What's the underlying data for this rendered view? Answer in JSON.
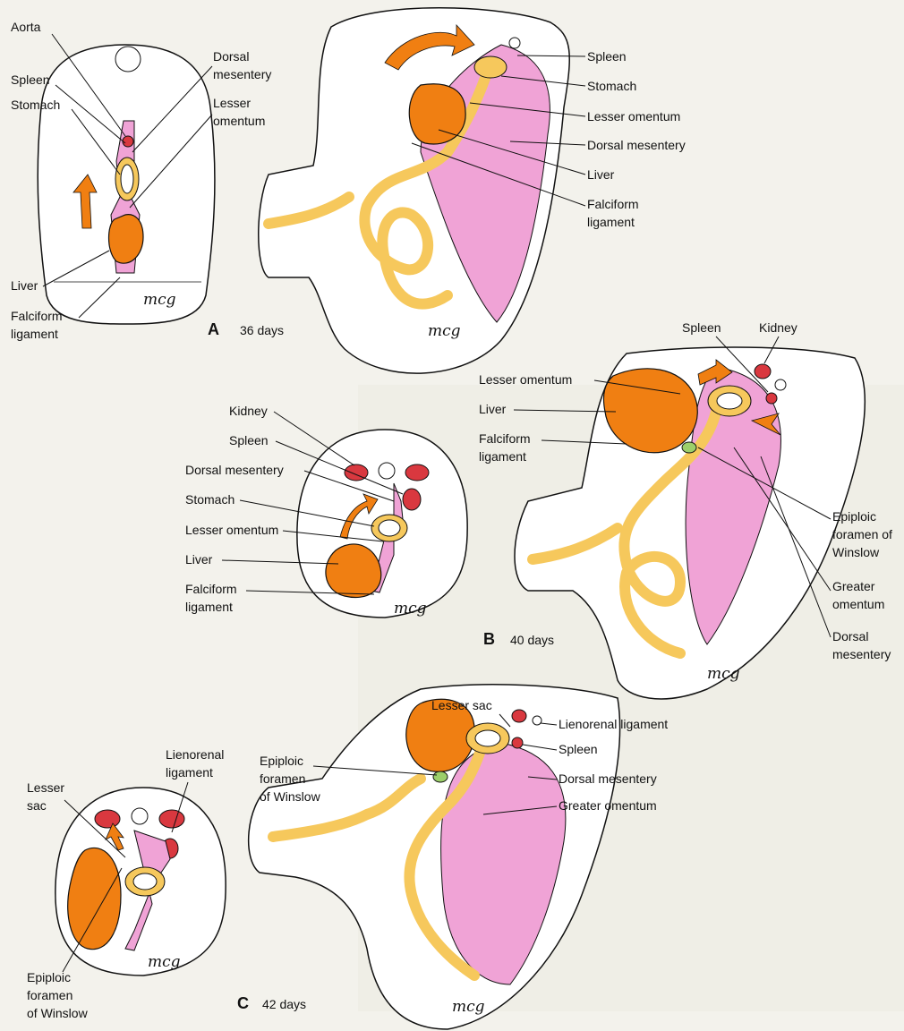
{
  "panels": {
    "A": {
      "letter": "A",
      "age": "36 days",
      "cross_section_labels": [
        "Aorta",
        "Spleen",
        "Stomach",
        "Dorsal",
        "mesentery",
        "Lesser",
        "omentum",
        "Liver",
        "Falciform",
        "ligament"
      ],
      "lateral_labels": [
        "Spleen",
        "Stomach",
        "Lesser omentum",
        "Dorsal mesentery",
        "Liver",
        "Falciform",
        "ligament"
      ]
    },
    "B": {
      "letter": "B",
      "age": "40 days",
      "cross_section_labels": [
        "Kidney",
        "Spleen",
        "Dorsal mesentery",
        "Stomach",
        "Lesser omentum",
        "Liver",
        "Falciform",
        "ligament"
      ],
      "lateral_labels": [
        "Spleen",
        "Kidney",
        "Lesser omentum",
        "Liver",
        "Falciform",
        "ligament",
        "Epiploic",
        "foramen of",
        "Winslow",
        "Greater",
        "omentum",
        "Dorsal",
        "mesentery"
      ]
    },
    "C": {
      "letter": "C",
      "age": "42 days",
      "cross_section_labels": [
        "Lienorenal",
        "ligament",
        "Lesser",
        "sac",
        "Epiploic",
        "foramen",
        "of Winslow"
      ],
      "lateral_labels": [
        "Lesser sac",
        "Lienorenal ligament",
        "Spleen",
        "Epiploic",
        "foramen",
        "of Winslow",
        "Dorsal mesentery",
        "Greater omentum"
      ]
    }
  },
  "signature": "mcg",
  "colors": {
    "organ": "#f07f12",
    "mesentery": "#f0a3d6",
    "gut": "#f6c85c",
    "kidney": "#d9383f",
    "background": "#f3f2ec"
  }
}
